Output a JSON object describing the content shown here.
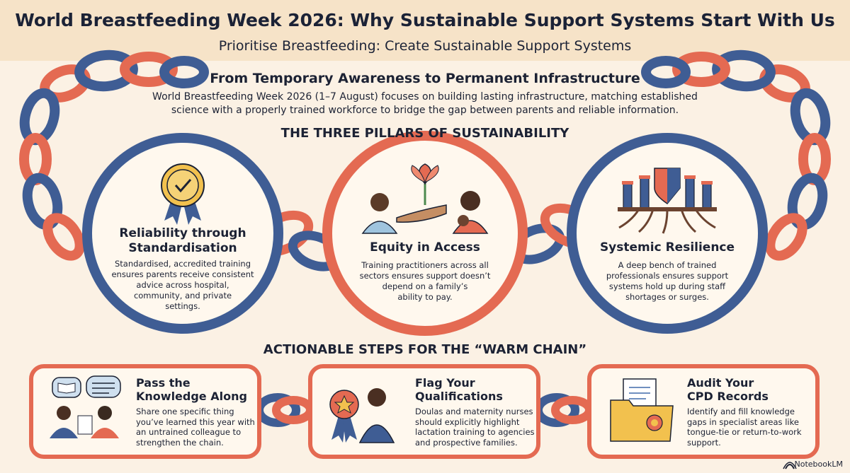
{
  "header": {
    "title": "World Breastfeeding Week 2026: Why Sustainable Support Systems Start With Us",
    "subtitle": "Prioritise Breastfeeding: Create Sustainable Support Systems"
  },
  "intro": {
    "heading": "From Temporary Awareness to Permanent Infrastructure",
    "line1": "World Breastfeeding Week 2026 (1–7 August) focuses on building lasting infrastructure, matching established",
    "line2": "science with a properly trained workforce to bridge the gap between parents and reliable information."
  },
  "pillars": {
    "heading": "THE THREE PILLARS OF SUSTAINABILITY",
    "items": [
      {
        "title1": "Reliability through",
        "title2": "Standardisation",
        "body": [
          "Standardised, accredited training",
          "ensures parents receive consistent",
          "advice across hospital,",
          "community, and private",
          "settings."
        ],
        "icon": "rosette-check-icon"
      },
      {
        "title1": "Equity in Access",
        "body": [
          "Training practitioners across all",
          "sectors ensures support doesn’t",
          "depend on a family’s",
          "ability to pay."
        ],
        "icon": "caregivers-hand-flower-icon"
      },
      {
        "title1": "Systemic Resilience",
        "body": [
          "A deep bench of trained",
          "professionals ensures support",
          "systems hold up during staff",
          "shortages or surges."
        ],
        "icon": "pillars-shield-roots-icon"
      }
    ]
  },
  "steps": {
    "heading": "ACTIONABLE STEPS FOR THE “WARM CHAIN”",
    "items": [
      {
        "title1": "Pass the",
        "title2": "Knowledge Along",
        "body": [
          "Share one specific thing",
          "you’ve learned this year with",
          "an untrained colleague to",
          "strengthen the chain."
        ],
        "icon": "people-sharing-knowledge-icon"
      },
      {
        "title1": "Flag Your",
        "title2": "Qualifications",
        "body": [
          "Doulas and maternity nurses",
          "should explicitly highlight",
          "lactation training to agencies",
          "and prospective families."
        ],
        "icon": "nurse-with-rosette-icon"
      },
      {
        "title1": "Audit Your",
        "title2": "CPD Records",
        "body": [
          "Identify and fill knowledge",
          "gaps in specialist areas like",
          "tongue-tie or return-to-work",
          "support."
        ],
        "icon": "folder-certificate-icon"
      }
    ]
  },
  "branding": {
    "logo_text": "NotebookLM"
  },
  "colors": {
    "navy": "#3f5d94",
    "coral": "#e46a52",
    "cream": "#fbf1e4",
    "header": "#f6e3c8",
    "text": "#1c2234"
  }
}
